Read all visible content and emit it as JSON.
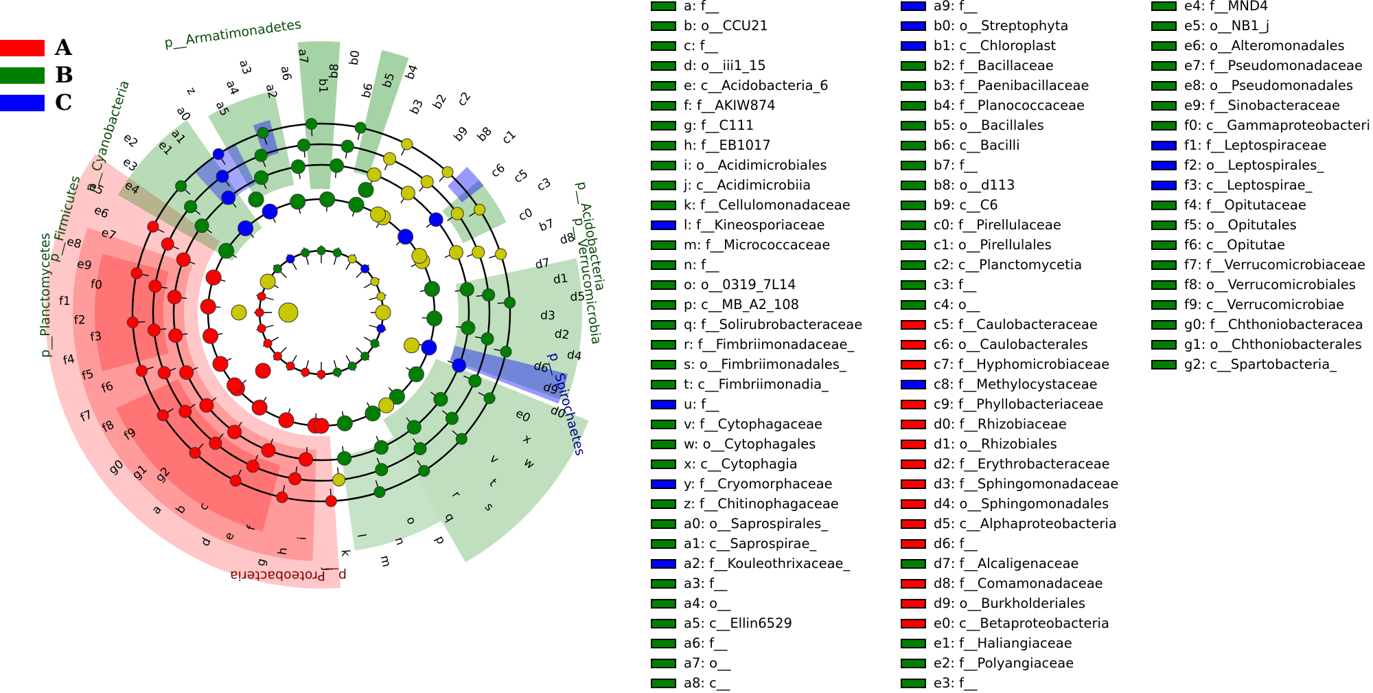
{
  "class_legend": [
    {
      "label": "A",
      "color": "#ff0000"
    },
    {
      "label": "B",
      "color": "#008000"
    },
    {
      "label": "C",
      "color": "#0000ff"
    }
  ],
  "clade_colors": {
    "A": "#ff0000",
    "B": "#008000",
    "C": "#0000ff",
    "none": "#c8c800"
  },
  "phylum_labels": [
    {
      "text": "p__Armatimonadetes",
      "color": "#0b4a0b"
    },
    {
      "text": "p__Cyanobacteria",
      "color": "#0b4a0b"
    },
    {
      "text": "p__Firmicutes",
      "color": "#0b4a0b"
    },
    {
      "text": "p__Planctomycetes",
      "color": "#0b4a0b"
    },
    {
      "text": "p__Proteobacteria",
      "color": "#7a0000"
    },
    {
      "text": "p__Acidobacteria",
      "color": "#0b4a0b"
    },
    {
      "text": "p__Verrucomicrobia",
      "color": "#0b4a0b"
    },
    {
      "text": "p__Spirochaetes",
      "color": "#00008b"
    }
  ],
  "sector_labels": [
    "a1",
    "a0",
    "z",
    "a5",
    "a4",
    "a3",
    "a2",
    "a6",
    "a7",
    "b1",
    "b8",
    "b0",
    "b6",
    "b5",
    "b4",
    "b3",
    "b2",
    "c2",
    "b9",
    "b8",
    "c1",
    "c6",
    "c5",
    "c3",
    "c0",
    "b7",
    "d8",
    "d7",
    "d1",
    "d5",
    "d3",
    "d2",
    "d4",
    "d6",
    "d9",
    "d0",
    "e0",
    "x",
    "w",
    "v",
    "t",
    "s",
    "r",
    "q",
    "p",
    "o",
    "n",
    "m",
    "l",
    "k",
    "j",
    "i",
    "h",
    "g",
    "f",
    "e",
    "d",
    "c",
    "b",
    "a",
    "g2",
    "g1",
    "g0",
    "f9",
    "f8",
    "f7",
    "f6",
    "f5",
    "f4",
    "f3",
    "f2",
    "f1",
    "f0",
    "e9",
    "e8",
    "e7",
    "e6",
    "e5",
    "e4",
    "e3",
    "e2",
    "e1"
  ],
  "legend": [
    {
      "key": "a",
      "name": "f__",
      "class": "B"
    },
    {
      "key": "b",
      "name": "o__CCU21",
      "class": "B"
    },
    {
      "key": "c",
      "name": "f__",
      "class": "B"
    },
    {
      "key": "d",
      "name": "o__iii1_15",
      "class": "B"
    },
    {
      "key": "e",
      "name": "c__Acidobacteria_6",
      "class": "B"
    },
    {
      "key": "f",
      "name": "f__AKIW874",
      "class": "B"
    },
    {
      "key": "g",
      "name": "f__C111",
      "class": "B"
    },
    {
      "key": "h",
      "name": "f__EB1017",
      "class": "B"
    },
    {
      "key": "i",
      "name": "o__Acidimicrobiales",
      "class": "B"
    },
    {
      "key": "j",
      "name": "c__Acidimicrobiia",
      "class": "B"
    },
    {
      "key": "k",
      "name": "f__Cellulomonadaceae",
      "class": "B"
    },
    {
      "key": "l",
      "name": "f__Kineosporiaceae",
      "class": "C"
    },
    {
      "key": "m",
      "name": "f__Micrococcaceae",
      "class": "B"
    },
    {
      "key": "n",
      "name": "f__",
      "class": "B"
    },
    {
      "key": "o",
      "name": "o__0319_7L14",
      "class": "B"
    },
    {
      "key": "p",
      "name": "c__MB_A2_108",
      "class": "B"
    },
    {
      "key": "q",
      "name": "f__Solirubrobacteraceae",
      "class": "B"
    },
    {
      "key": "r",
      "name": "f__Fimbriimonadaceae_",
      "class": "B"
    },
    {
      "key": "s",
      "name": "o__Fimbriimonadales_",
      "class": "B"
    },
    {
      "key": "t",
      "name": "c__Fimbriimonadia_",
      "class": "B"
    },
    {
      "key": "u",
      "name": "f__",
      "class": "C"
    },
    {
      "key": "v",
      "name": "f__Cytophagaceae",
      "class": "B"
    },
    {
      "key": "w",
      "name": "o__Cytophagales",
      "class": "B"
    },
    {
      "key": "x",
      "name": "c__Cytophagia",
      "class": "B"
    },
    {
      "key": "y",
      "name": "f__Cryomorphaceae",
      "class": "C"
    },
    {
      "key": "z",
      "name": "f__Chitinophagaceae",
      "class": "B"
    },
    {
      "key": "a0",
      "name": "o__Saprospirales_",
      "class": "B"
    },
    {
      "key": "a1",
      "name": "c__Saprospirae_",
      "class": "B"
    },
    {
      "key": "a2",
      "name": "f__Kouleothrixaceae_",
      "class": "C"
    },
    {
      "key": "a3",
      "name": "f__",
      "class": "B"
    },
    {
      "key": "a4",
      "name": "o__",
      "class": "B"
    },
    {
      "key": "a5",
      "name": "c__Ellin6529",
      "class": "B"
    },
    {
      "key": "a6",
      "name": "f__",
      "class": "B"
    },
    {
      "key": "a7",
      "name": "o__",
      "class": "B"
    },
    {
      "key": "a8",
      "name": "c__",
      "class": "B"
    },
    {
      "key": "a9",
      "name": "f__",
      "class": "C"
    },
    {
      "key": "b0",
      "name": "o__Streptophyta",
      "class": "C"
    },
    {
      "key": "b1",
      "name": "c__Chloroplast",
      "class": "C"
    },
    {
      "key": "b2",
      "name": "f__Bacillaceae",
      "class": "B"
    },
    {
      "key": "b3",
      "name": "f__Paenibacillaceae",
      "class": "B"
    },
    {
      "key": "b4",
      "name": "f__Planococcaceae",
      "class": "B"
    },
    {
      "key": "b5",
      "name": "o__Bacillales",
      "class": "B"
    },
    {
      "key": "b6",
      "name": "c__Bacilli",
      "class": "B"
    },
    {
      "key": "b7",
      "name": "f__",
      "class": "B"
    },
    {
      "key": "b8",
      "name": "o__d113",
      "class": "B"
    },
    {
      "key": "b9",
      "name": "c__C6",
      "class": "B"
    },
    {
      "key": "c0",
      "name": "f__Pirellulaceae",
      "class": "B"
    },
    {
      "key": "c1",
      "name": "o__Pirellulales",
      "class": "B"
    },
    {
      "key": "c2",
      "name": "c__Planctomycetia",
      "class": "B"
    },
    {
      "key": "c3",
      "name": "f__",
      "class": "B"
    },
    {
      "key": "c4",
      "name": "o__",
      "class": "B"
    },
    {
      "key": "c5",
      "name": "f__Caulobacteraceae",
      "class": "A"
    },
    {
      "key": "c6",
      "name": "o__Caulobacterales",
      "class": "A"
    },
    {
      "key": "c7",
      "name": "f__Hyphomicrobiaceae",
      "class": "A"
    },
    {
      "key": "c8",
      "name": "f__Methylocystaceae",
      "class": "C"
    },
    {
      "key": "c9",
      "name": "f__Phyllobacteriaceae",
      "class": "A"
    },
    {
      "key": "d0",
      "name": "f__Rhizobiaceae",
      "class": "A"
    },
    {
      "key": "d1",
      "name": "o__Rhizobiales",
      "class": "A"
    },
    {
      "key": "d2",
      "name": "f__Erythrobacteraceae",
      "class": "A"
    },
    {
      "key": "d3",
      "name": "f__Sphingomonadaceae",
      "class": "A"
    },
    {
      "key": "d4",
      "name": "o__Sphingomonadales",
      "class": "A"
    },
    {
      "key": "d5",
      "name": "c__Alphaproteobacteria",
      "class": "A"
    },
    {
      "key": "d6",
      "name": "f__",
      "class": "A"
    },
    {
      "key": "d7",
      "name": "f__Alcaligenaceae",
      "class": "B"
    },
    {
      "key": "d8",
      "name": "f__Comamonadaceae",
      "class": "A"
    },
    {
      "key": "d9",
      "name": "o__Burkholderiales",
      "class": "A"
    },
    {
      "key": "e0",
      "name": "c__Betaproteobacteria",
      "class": "A"
    },
    {
      "key": "e1",
      "name": "f__Haliangiaceae",
      "class": "B"
    },
    {
      "key": "e2",
      "name": "f__Polyangiaceae",
      "class": "B"
    },
    {
      "key": "e3",
      "name": "f__",
      "class": "B"
    },
    {
      "key": "e4",
      "name": "f__MND4",
      "class": "B"
    },
    {
      "key": "e5",
      "name": "o__NB1_j",
      "class": "B"
    },
    {
      "key": "e6",
      "name": "o__Alteromonadales",
      "class": "B"
    },
    {
      "key": "e7",
      "name": "f__Pseudomonadaceae",
      "class": "B"
    },
    {
      "key": "e8",
      "name": "o__Pseudomonadales",
      "class": "B"
    },
    {
      "key": "e9",
      "name": "f__Sinobacteraceae",
      "class": "B"
    },
    {
      "key": "f0",
      "name": "c__Gammaproteobacteri",
      "class": "B"
    },
    {
      "key": "f1",
      "name": "f__Leptospiraceae",
      "class": "C"
    },
    {
      "key": "f2",
      "name": "o__Leptospirales_",
      "class": "C"
    },
    {
      "key": "f3",
      "name": "c__Leptospirae_",
      "class": "C"
    },
    {
      "key": "f4",
      "name": "f__Opitutaceae",
      "class": "B"
    },
    {
      "key": "f5",
      "name": "o__Opitutales",
      "class": "B"
    },
    {
      "key": "f6",
      "name": "c__Opitutae",
      "class": "B"
    },
    {
      "key": "f7",
      "name": "f__Verrucomicrobiaceae",
      "class": "B"
    },
    {
      "key": "f8",
      "name": "o__Verrucomicrobiales",
      "class": "B"
    },
    {
      "key": "f9",
      "name": "c__Verrucomicrobiae",
      "class": "B"
    },
    {
      "key": "g0",
      "name": "f__Chthoniobacteracea",
      "class": "B"
    },
    {
      "key": "g1",
      "name": "o__Chthoniobacterales",
      "class": "B"
    },
    {
      "key": "g2",
      "name": "c__Spartobacteria_",
      "class": "B"
    }
  ]
}
